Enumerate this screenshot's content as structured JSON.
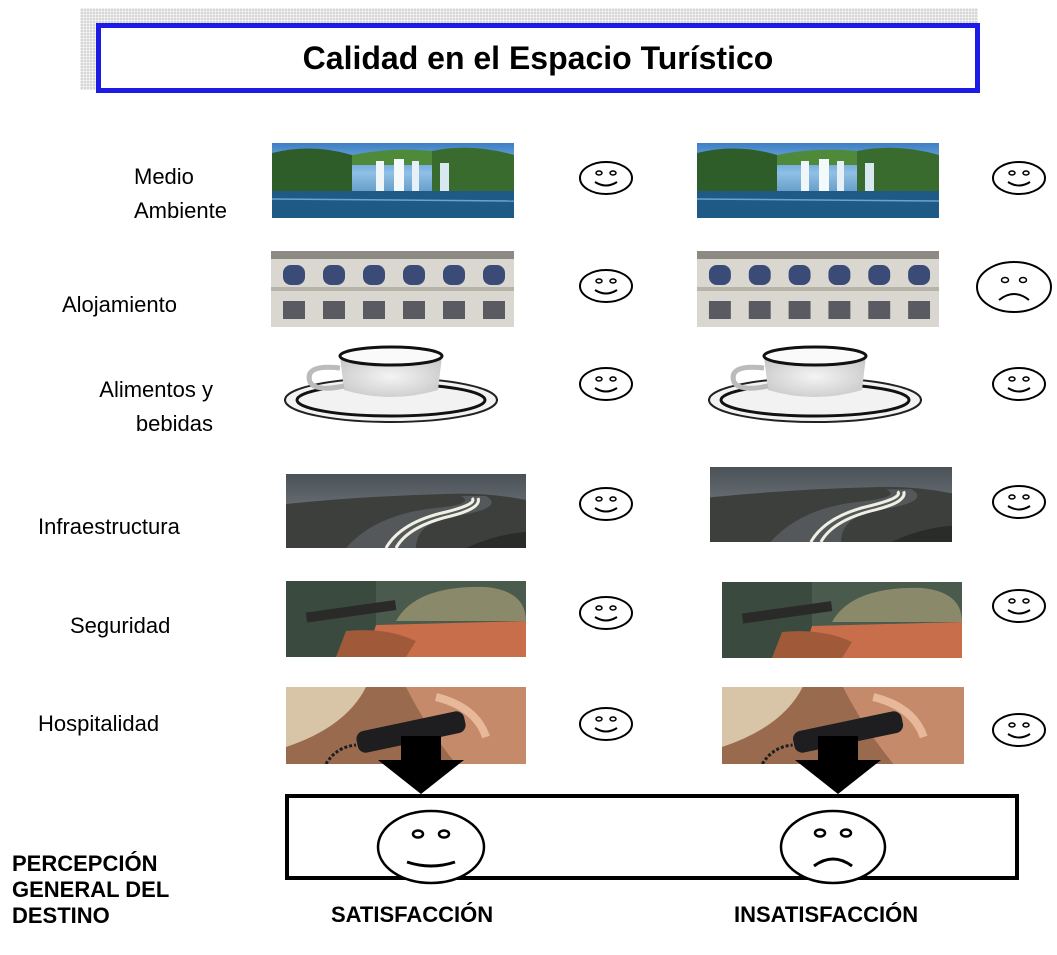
{
  "title": "Calidad en el Espacio Turístico",
  "rows": [
    {
      "label_lines": [
        "Medio",
        "Ambiente"
      ],
      "image": "waterfall",
      "left_face": "happy",
      "right_face": "happy"
    },
    {
      "label_lines": [
        "Alojamiento"
      ],
      "image": "building-facade",
      "left_face": "happy",
      "right_face": "sad"
    },
    {
      "label_lines": [
        "Alimentos y",
        "bebidas"
      ],
      "image": "teacup-saucer",
      "left_face": "happy",
      "right_face": "happy"
    },
    {
      "label_lines": [
        "Infraestructura"
      ],
      "image": "winding-road",
      "left_face": "happy",
      "right_face": "happy"
    },
    {
      "label_lines": [
        "Seguridad"
      ],
      "image": "soldier-helmet",
      "left_face": "happy",
      "right_face": "happy"
    },
    {
      "label_lines": [
        "Hospitalidad"
      ],
      "image": "telephone-call",
      "left_face": "happy",
      "right_face": "happy"
    }
  ],
  "summary": {
    "perception_label_lines": [
      "PERCEPCIÓN",
      "GENERAL DEL",
      "DESTINO"
    ],
    "left_outcome": "SATISFACCIÓN",
    "right_outcome": "INSATISFACCIÓN",
    "left_face": "happy",
    "right_face": "sad"
  },
  "colors": {
    "title_border": "#1c1ce6"
  }
}
